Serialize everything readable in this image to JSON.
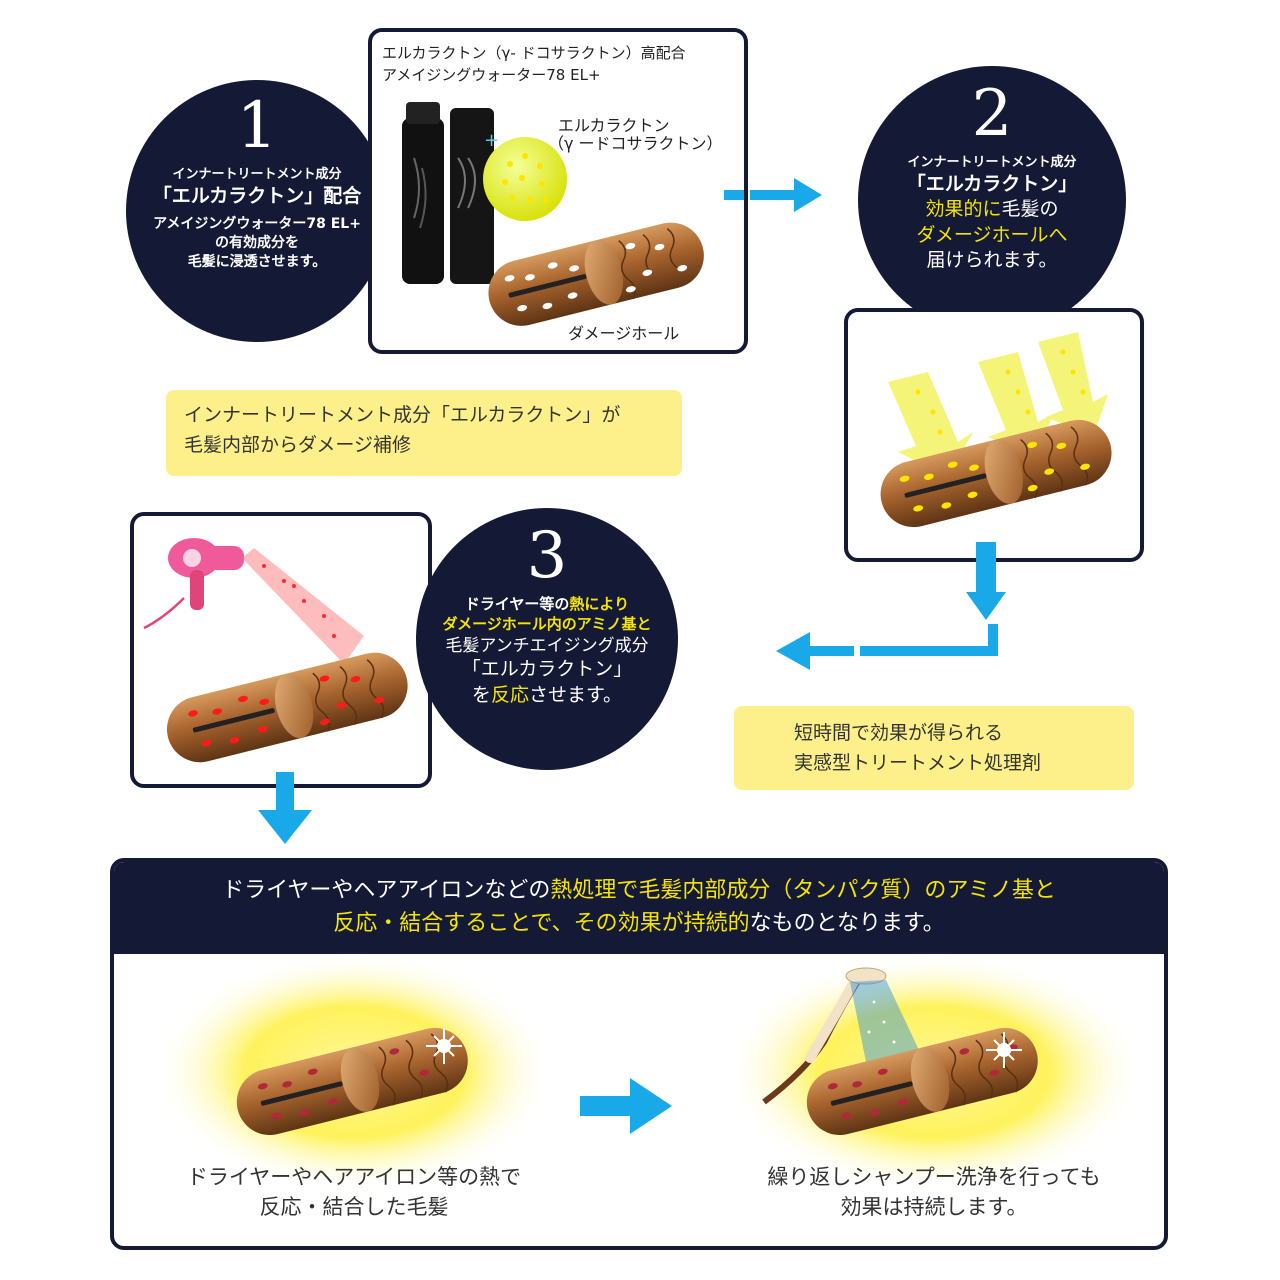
{
  "step1": {
    "number": "1",
    "lines": [
      "インナートリートメント成分",
      "「エルカラクトン」配合",
      "アメイジングウォーター78 EL+",
      "の有効成分を",
      "毛髪に浸透させます。"
    ]
  },
  "product_box": {
    "title_line1": "エルカラクトン（γ- ドコサラクトン）高配合",
    "title_line2": "アメイジングウォーター78 EL+",
    "sphere_label1": "エルカラクトン",
    "sphere_label2": "（γ ードコサラクトン）",
    "damage_label": "ダメージホール"
  },
  "step2": {
    "number": "2",
    "line1": "インナートリートメント成分",
    "line2": "「エルカラクトン」",
    "line3_a": "効果的に",
    "line3_b": "毛髪の",
    "line4": "ダメージホールへ",
    "line5": "届けられます。"
  },
  "note1": {
    "line1": "インナートリートメント成分「エルカラクトン」が",
    "line2": "毛髪内部からダメージ補修"
  },
  "step3": {
    "number": "3",
    "line1_a": "ドライヤー等の",
    "line1_b": "熱により",
    "line2": "ダメージホール内のアミノ基と",
    "line3": "毛髪アンチエイジング成分",
    "line4": "「エルカラクトン」",
    "line5_a": "を",
    "line5_b": "反応",
    "line5_c": "させます。"
  },
  "note2": {
    "line1": "短時間で効果が得られる",
    "line2": "実感型トリートメント処理剤"
  },
  "bottom": {
    "header_line1_a": "ドライヤーやヘアアイロンなどの",
    "header_line1_b": "熱処理で毛髪内部成分（タンパク質）のアミノ基と",
    "header_line2_a": "反応・結合することで、その効果が持続的",
    "header_line2_b": "なものとなります。",
    "left_caption1": "ドライヤーやヘアアイロン等の熱で",
    "left_caption2": "反応・結合した毛髪",
    "right_caption1": "繰り返しシャンプー洗浄を行っても",
    "right_caption2": "効果は持続します。"
  },
  "colors": {
    "navy": "#141a36",
    "arrow_blue": "#1aa9e8",
    "highlight_yellow": "#f5e400",
    "note_yellow": "#fdf08a"
  }
}
